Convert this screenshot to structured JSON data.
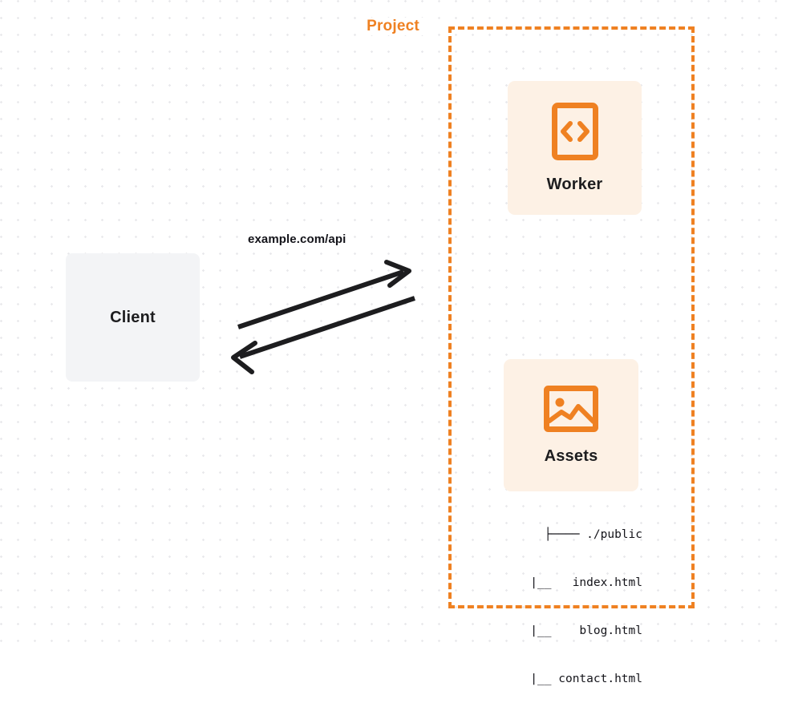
{
  "diagram": {
    "title": "Worker with static assets request flow",
    "colors": {
      "accent_orange": "#ef8122",
      "card_background": "#fdf1e5",
      "client_background": "#f3f4f6",
      "text_dark": "#1d1d1f",
      "grid_dot": "#e9e9ec",
      "arrow_stroke": "#1d1d1f"
    }
  },
  "client": {
    "label": "Client"
  },
  "connection": {
    "label": "example.com/api",
    "request_arrow_name": "request-arrow",
    "response_arrow_name": "response-arrow"
  },
  "project": {
    "title": "Project",
    "nodes": [
      {
        "label": "Worker",
        "icon": "code-brackets-icon"
      },
      {
        "label": "Assets",
        "icon": "image-icon"
      }
    ],
    "asset_tree": [
      "├──── ./public",
      "    |__   index.html",
      "    |__    blog.html",
      "    |__ contact.html"
    ]
  }
}
